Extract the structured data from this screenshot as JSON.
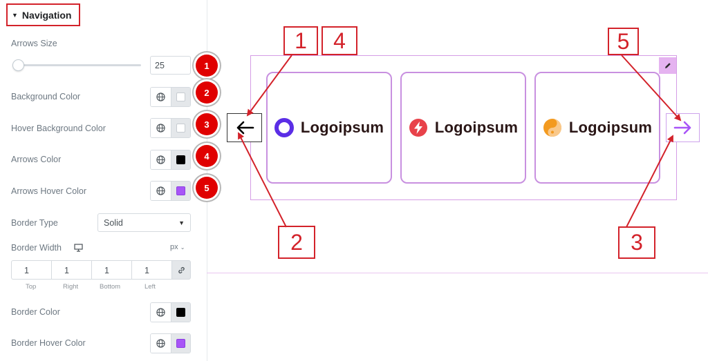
{
  "panel": {
    "section_title": "Navigation",
    "arrows_size": {
      "label": "Arrows Size",
      "value": "25",
      "slider_fraction": 0.03
    },
    "controls": [
      {
        "label": "Background Color",
        "swatch": "#ffffff",
        "badge": "2"
      },
      {
        "label": "Hover Background Color",
        "swatch": "#ffffff",
        "badge": "3"
      },
      {
        "label": "Arrows Color",
        "swatch": "#000000",
        "badge": "4"
      },
      {
        "label": "Arrows Hover Color",
        "swatch": "#a855f7",
        "badge": "5"
      }
    ],
    "arrows_size_badge": "1",
    "border_type": {
      "label": "Border Type",
      "value": "Solid"
    },
    "border_width": {
      "label": "Border Width",
      "unit": "px",
      "values": [
        "1",
        "1",
        "1",
        "1"
      ],
      "captions": [
        "Top",
        "Right",
        "Bottom",
        "Left"
      ]
    },
    "border_color": {
      "label": "Border Color",
      "swatch": "#000000"
    },
    "border_hover_color": {
      "label": "Border Hover Color",
      "swatch": "#a855f7"
    }
  },
  "preview": {
    "cards": [
      {
        "logo_text": "Logoipsum",
        "icon": "ring-logo-icon",
        "icon_color": "#5b2ee6"
      },
      {
        "logo_text": "Logoipsum",
        "icon": "bolt-logo-icon",
        "icon_color": "#e8424a"
      },
      {
        "logo_text": "Logoipsum",
        "icon": "yin-yang-logo-icon",
        "icon_color": "#f39a1f"
      }
    ],
    "prev_arrow_color": "#000000",
    "next_arrow_color": "#a855f7"
  },
  "callouts": [
    "1",
    "4",
    "5",
    "2",
    "3"
  ],
  "colors": {
    "annotation_red": "#d3222a",
    "badge_red": "#e00000",
    "card_border": "#c890e0"
  }
}
